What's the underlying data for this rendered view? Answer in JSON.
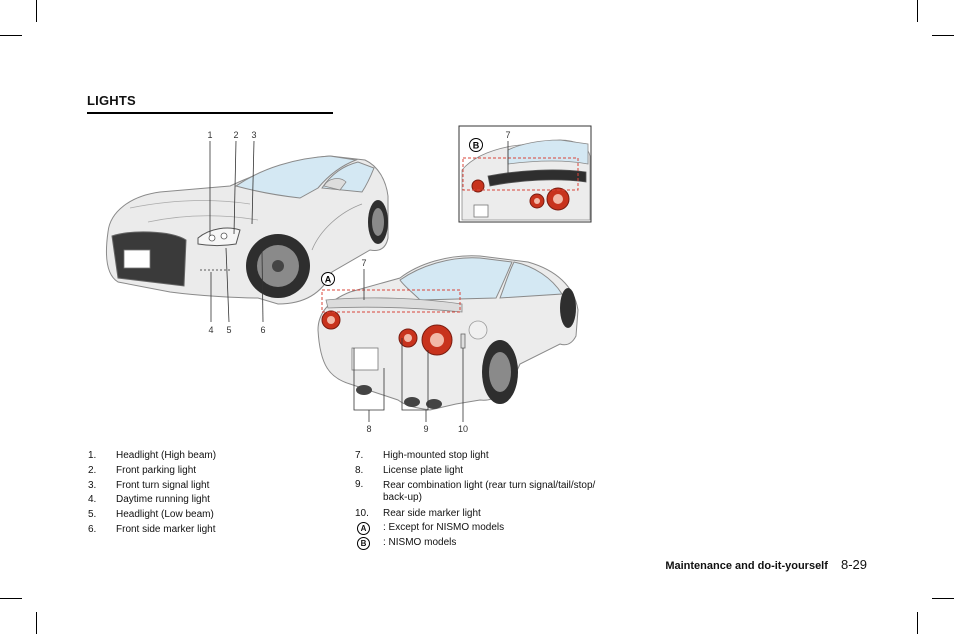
{
  "section": {
    "title": "LIGHTS"
  },
  "callouts": [
    "1",
    "2",
    "3",
    "4",
    "5",
    "6",
    "7",
    "8",
    "9",
    "10"
  ],
  "view_keys": [
    "A",
    "B"
  ],
  "list_left": [
    {
      "num": "1.",
      "text": "Headlight (High beam)"
    },
    {
      "num": "2.",
      "text": "Front parking light"
    },
    {
      "num": "3.",
      "text": "Front turn signal light"
    },
    {
      "num": "4.",
      "text": "Daytime running light"
    },
    {
      "num": "5.",
      "text": "Headlight (Low beam)"
    },
    {
      "num": "6.",
      "text": "Front side marker light"
    }
  ],
  "list_right": [
    {
      "num": "7.",
      "text": "High-mounted stop light"
    },
    {
      "num": "8.",
      "text": "License plate light"
    },
    {
      "num": "9.",
      "text": "Rear combination light (rear turn signal/tail/stop/ back-up)"
    },
    {
      "num": "10.",
      "text": "Rear side marker light"
    }
  ],
  "legend": [
    {
      "key": "A",
      "text": ": Except for NISMO models"
    },
    {
      "key": "B",
      "text": ": NISMO models"
    }
  ],
  "footer": {
    "chapter": "Maintenance and do-it-yourself",
    "page": "8-29"
  },
  "colors": {
    "light_red": "#c8331d",
    "dash_red": "#d9443a",
    "body_gray": "#e6e6e6",
    "glass_blue": "#cfe6f2"
  }
}
